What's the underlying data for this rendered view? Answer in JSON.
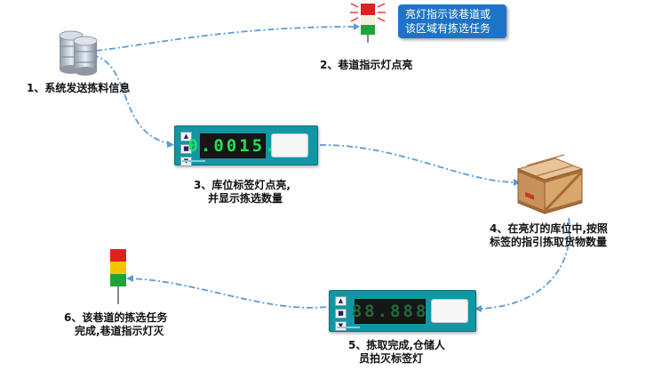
{
  "callout": {
    "line1": "亮灯指示该巷道或",
    "line2": "该区域有拣选任务"
  },
  "steps": [
    {
      "id": 1,
      "line1": "1、系统发送拣料信息",
      "line2": ""
    },
    {
      "id": 2,
      "line1": "2、巷道指示灯点亮",
      "line2": ""
    },
    {
      "id": 3,
      "line1": "3、库位标签灯点亮,",
      "line2": "并显示拣选数量"
    },
    {
      "id": 4,
      "line1": "4、在亮灯的库位中,按照",
      "line2": "标签的指引拣取货物数量"
    },
    {
      "id": 5,
      "line1": "5、拣取完成,仓储人",
      "line2": "员拍灭标签灯"
    },
    {
      "id": 6,
      "line1": "6、该巷道的拣选任务",
      "line2": "完成,巷道指示灯灭"
    }
  ],
  "tag_lit": {
    "digits": "0.0015.",
    "digit_color": "#21e05a"
  },
  "tag_off": {
    "digits": "88.888",
    "digit_color": "#1f6b3a"
  },
  "colors": {
    "flow_line": "#5b9bd5",
    "callout_bg": "#1e73c8",
    "panel": "#1296a4",
    "light_red": "#e02020",
    "light_yellow": "#f5c400",
    "light_green": "#22a33a",
    "ray": "#e03030"
  },
  "icons": {
    "server": "database-server-icon",
    "light_on": "stack-light-on-icon",
    "light_off": "stack-light-off-icon",
    "crate": "wooden-crate-icon"
  }
}
